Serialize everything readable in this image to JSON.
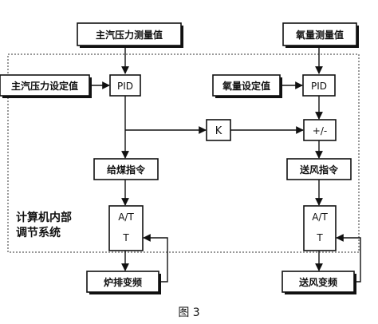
{
  "blocks": {
    "main_pressure_measure": "主汽压力测量值",
    "oxygen_measure": "氧量测量值",
    "main_pressure_setpoint": "主汽压力设定值",
    "pid_left": "PID",
    "oxygen_setpoint": "氧量设定值",
    "pid_right": "PID",
    "gain": "K",
    "sum": "+/-",
    "coal_command": "给煤指令",
    "air_command": "送风指令",
    "at_left": "A/T",
    "t_left": "T",
    "at_right": "A/T",
    "t_right": "T",
    "grate_vfd": "炉排变频",
    "air_vfd": "送风变频"
  },
  "region_label": {
    "line1": "计算机内部",
    "line2": "调节系统"
  },
  "caption": "图 3"
}
